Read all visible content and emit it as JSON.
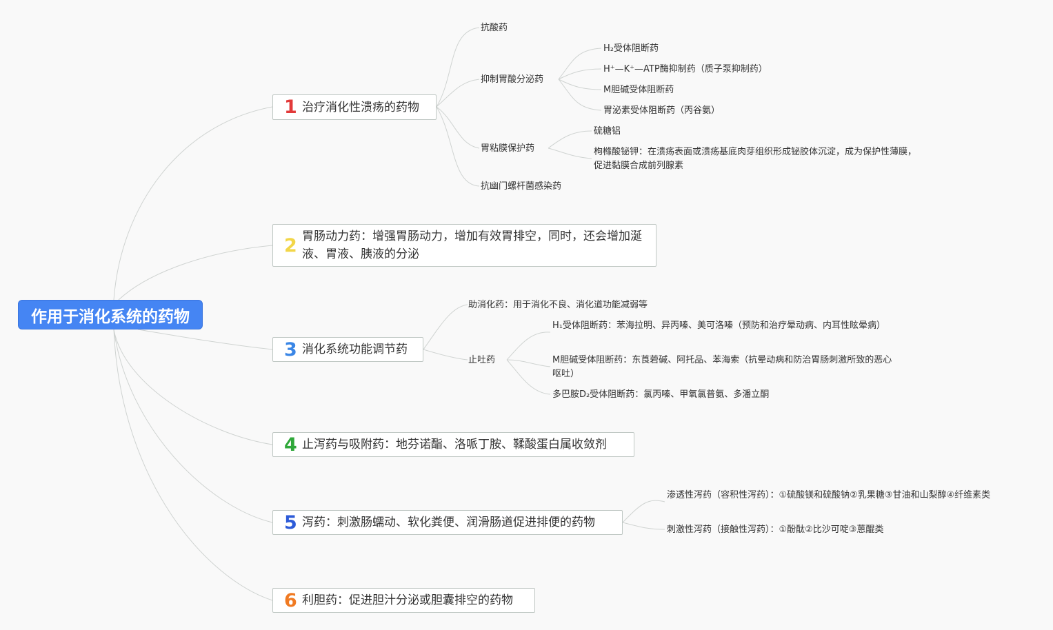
{
  "root": {
    "label": "作用于消化系统的药物"
  },
  "topics": [
    {
      "number": "1",
      "number_color": "#e23a3a",
      "label": "治疗消化性溃疡的药物",
      "children": [
        {
          "label": "抗酸药"
        },
        {
          "label": "抑制胃酸分泌药",
          "children": [
            {
              "label": "H₂受体阻断药"
            },
            {
              "label": "H⁺—K⁺—ATP酶抑制药（质子泵抑制药）"
            },
            {
              "label": "M胆碱受体阻断药"
            },
            {
              "label": "胃泌素受体阻断药（丙谷氨）"
            }
          ]
        },
        {
          "label": "胃粘膜保护药",
          "children": [
            {
              "label": "硫糖铝"
            },
            {
              "label": "枸橼酸铋钾：在溃疡表面或溃疡基底肉芽组织形成铋胶体沉淀，成为保护性薄膜，促进黏膜合成前列腺素"
            }
          ]
        },
        {
          "label": "抗幽门螺杆菌感染药"
        }
      ]
    },
    {
      "number": "2",
      "number_color": "#f2d648",
      "label": "胃肠动力药：增强胃肠动力，增加有效胃排空，同时，还会增加涎液、胃液、胰液的分泌"
    },
    {
      "number": "3",
      "number_color": "#3a86e6",
      "label": "消化系统功能调节药",
      "children": [
        {
          "label": "助消化药：用于消化不良、消化道功能减弱等"
        },
        {
          "label": "止吐药",
          "children": [
            {
              "label": "H₁受体阻断药：苯海拉明、异丙嗪、美可洛嗪（预防和治疗晕动病、内耳性眩晕病）"
            },
            {
              "label": "M胆碱受体阻断药：东莨菪碱、阿托品、苯海索（抗晕动病和防治胃肠刺激所致的恶心呕吐）"
            },
            {
              "label": "多巴胺D₂受体阻断药：氯丙嗪、甲氧氯普氨、多潘立酮"
            }
          ]
        }
      ]
    },
    {
      "number": "4",
      "number_color": "#2fa83a",
      "label": "止泻药与吸附药：地芬诺酯、洛哌丁胺、鞣酸蛋白属收敛剂"
    },
    {
      "number": "5",
      "number_color": "#2d5bd8",
      "label": "泻药：刺激肠蠕动、软化粪便、润滑肠道促进排便的药物",
      "children": [
        {
          "label": "渗透性泻药（容积性泻药）：①硫酸镁和硫酸钠②乳果糖③甘油和山梨醇④纤维素类"
        },
        {
          "label": "刺激性泻药（接触性泻药）：①酚酞②比沙可啶③蒽醌类"
        }
      ]
    },
    {
      "number": "6",
      "number_color": "#f07a22",
      "label": "利胆药：促进胆汁分泌或胆囊排空的药物"
    }
  ]
}
